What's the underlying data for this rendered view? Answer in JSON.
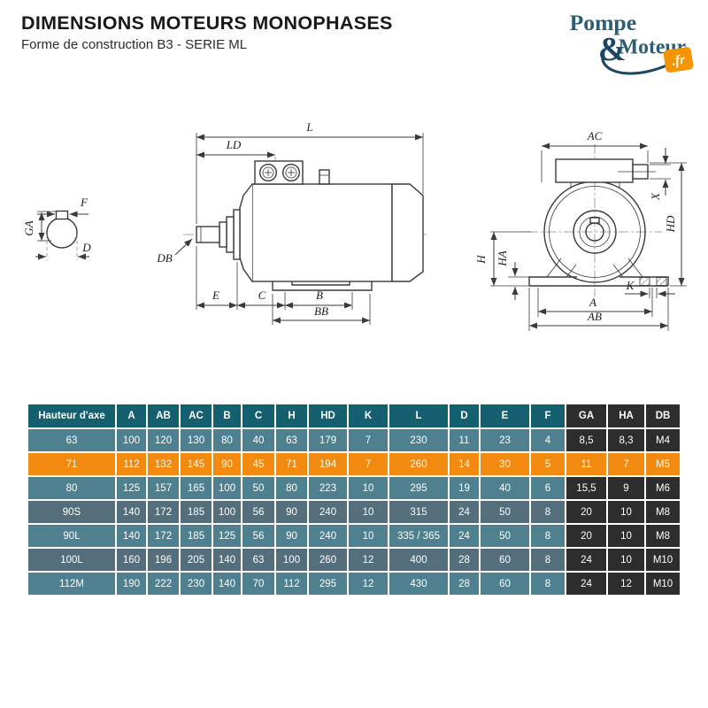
{
  "header": {
    "title": "DIMENSIONS MOTEURS MONOPHASES",
    "subtitle": "Forme de construction B3 - SERIE ML"
  },
  "logo": {
    "word1": "Pompe",
    "amp": "&",
    "word2": "Moteur",
    "tld": ".fr"
  },
  "colors": {
    "title_text": "#191919",
    "header_bg": "#15606E",
    "row_light": "#4E808F",
    "row_dark": "#546F7B",
    "row_highlight": "#F28A10",
    "dark_cell": "#2D2D2D",
    "table_text": "#FFFFFF",
    "logo_teal": "#2B5E74",
    "logo_navy": "#1B4763",
    "logo_orange": "#F49400",
    "line": "#3A3A3A"
  },
  "drawing": {
    "shaft_section": {
      "ga": "GA",
      "f": "F",
      "d": "D"
    },
    "side_view": {
      "l": "L",
      "ld": "LD",
      "db": "DB",
      "e": "E",
      "c": "C",
      "b": "B",
      "bb": "BB"
    },
    "front_view": {
      "ac": "AC",
      "x": "X",
      "hd": "HD",
      "h": "H",
      "ha": "HA",
      "k": "K",
      "a": "A",
      "ab": "AB"
    }
  },
  "table": {
    "columns": [
      "Hauteur d'axe",
      "A",
      "AB",
      "AC",
      "B",
      "C",
      "H",
      "HD",
      "K",
      "L",
      "D",
      "E",
      "F",
      "GA",
      "HA",
      "DB"
    ],
    "rows": [
      {
        "values": [
          "63",
          "100",
          "120",
          "130",
          "80",
          "40",
          "63",
          "179",
          "7",
          "230",
          "11",
          "23",
          "4",
          "8,5",
          "8,3",
          "M4"
        ],
        "highlight": false
      },
      {
        "values": [
          "71",
          "112",
          "132",
          "145",
          "90",
          "45",
          "71",
          "194",
          "7",
          "260",
          "14",
          "30",
          "5",
          "11",
          "7",
          "M5"
        ],
        "highlight": true
      },
      {
        "values": [
          "80",
          "125",
          "157",
          "165",
          "100",
          "50",
          "80",
          "223",
          "10",
          "295",
          "19",
          "40",
          "6",
          "15,5",
          "9",
          "M6"
        ],
        "highlight": false
      },
      {
        "values": [
          "90S",
          "140",
          "172",
          "185",
          "100",
          "56",
          "90",
          "240",
          "10",
          "315",
          "24",
          "50",
          "8",
          "20",
          "10",
          "M8"
        ],
        "highlight": false
      },
      {
        "values": [
          "90L",
          "140",
          "172",
          "185",
          "125",
          "56",
          "90",
          "240",
          "10",
          "335 / 365",
          "24",
          "50",
          "8",
          "20",
          "10",
          "M8"
        ],
        "highlight": false
      },
      {
        "values": [
          "100L",
          "160",
          "196",
          "205",
          "140",
          "63",
          "100",
          "260",
          "12",
          "400",
          "28",
          "60",
          "8",
          "24",
          "10",
          "M10"
        ],
        "highlight": false
      },
      {
        "values": [
          "112M",
          "190",
          "222",
          "230",
          "140",
          "70",
          "112",
          "295",
          "12",
          "430",
          "28",
          "60",
          "8",
          "24",
          "12",
          "M10"
        ],
        "highlight": false
      }
    ]
  }
}
